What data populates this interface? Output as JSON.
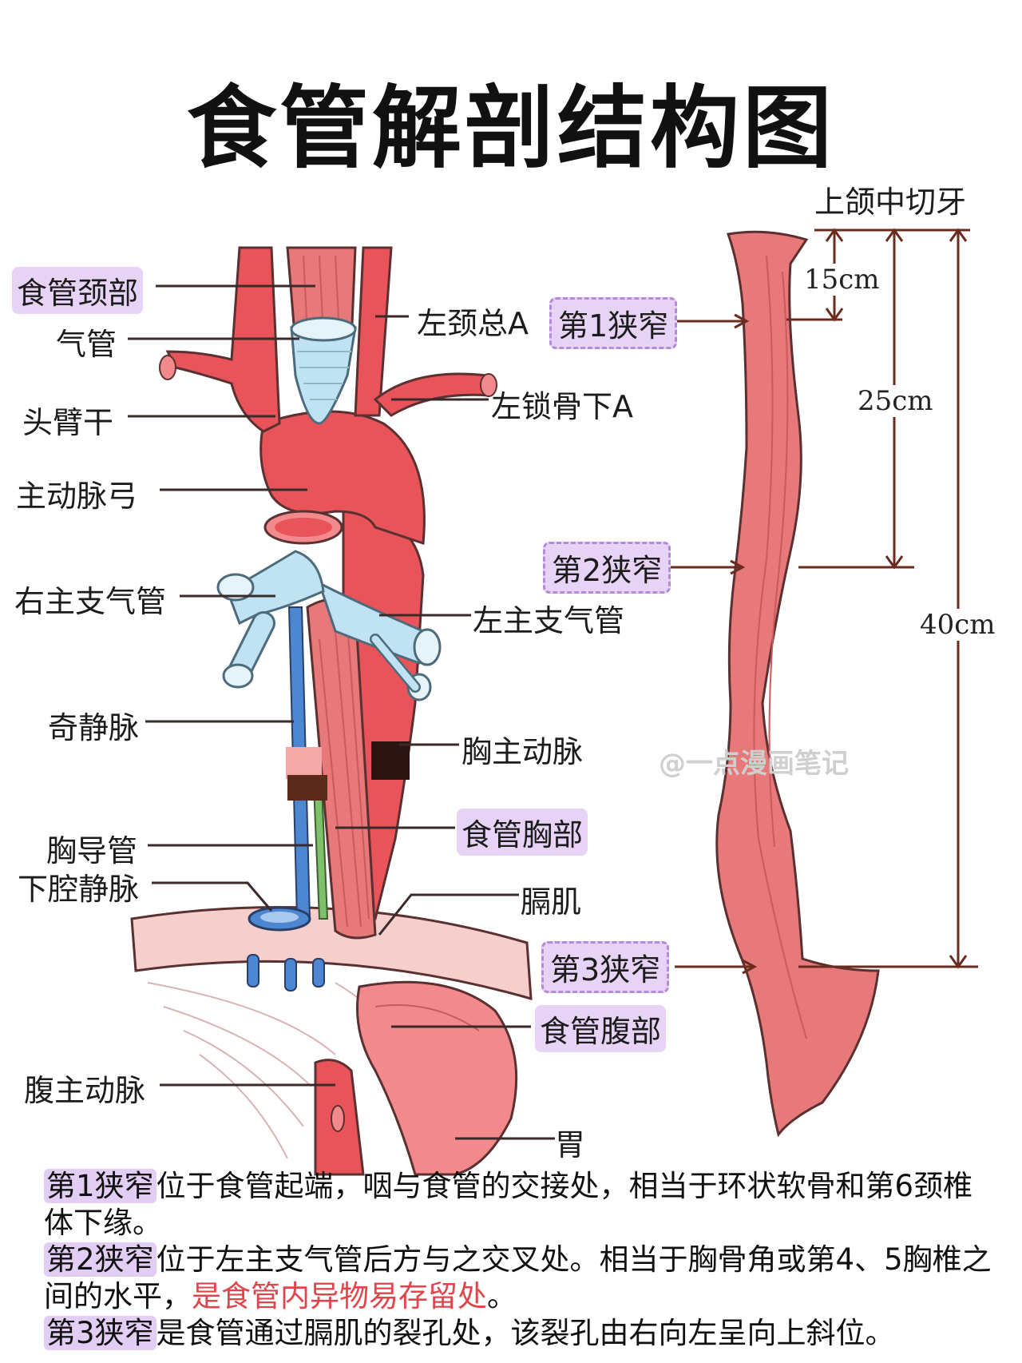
{
  "title": "食管解剖结构图",
  "labels": {
    "cervical": "食管颈部",
    "trachea": "气管",
    "brachiocephalic": "头臂干",
    "aortic_arch": "主动脉弓",
    "right_bronchus": "右主支气管",
    "azygos": "奇静脉",
    "thoracic_duct": "胸导管",
    "ivc": "下腔静脉",
    "abdominal_aorta": "腹主动脉",
    "left_carotid": "左颈总A",
    "left_subclavian": "左锁骨下A",
    "left_bronchus": "左主支气管",
    "thoracic_aorta": "胸主动脉",
    "thoracic_esophagus": "食管胸部",
    "diaphragm": "膈肌",
    "abdominal_esophagus": "食管腹部",
    "stomach": "胃"
  },
  "constrictions": {
    "first": "第1狭窄",
    "second": "第2狭窄",
    "third": "第3狭窄"
  },
  "measure": {
    "reference": "上颌中切牙",
    "d15": "15cm",
    "d25": "25cm",
    "d40": "40cm"
  },
  "watermark": "@一点漫画笔记",
  "notes": {
    "n1_key": "第1狭窄",
    "n1_text": "位于食管起端，咽与食管的交接处，相当于环状软骨和第6颈椎体下缘。",
    "n2_key": "第2狭窄",
    "n2_text": "位于左主支气管后方与之交叉处。相当于胸骨角或第4、5胸椎之间的水平，",
    "n2_red": "是食管内异物易存留处",
    "n2_end": "。",
    "n3_key": "第3狭窄",
    "n3_text": "是食管通过膈肌的裂孔处，该裂孔由右向左呈向上斜位。"
  },
  "colors": {
    "artery": "#e9545a",
    "artery_light": "#f28a8d",
    "esophagus": "#e8797a",
    "trachea": "#bfe3f2",
    "vein": "#4d86d1",
    "duct": "#7fc06a",
    "diaphragm": "#f6cfcd",
    "highlight": "#e6d3f5",
    "dashed_border": "#b58ad6",
    "leader": "#3a2a2a",
    "measure_line": "#6b2b1e",
    "accent_red": "#e0454b"
  }
}
